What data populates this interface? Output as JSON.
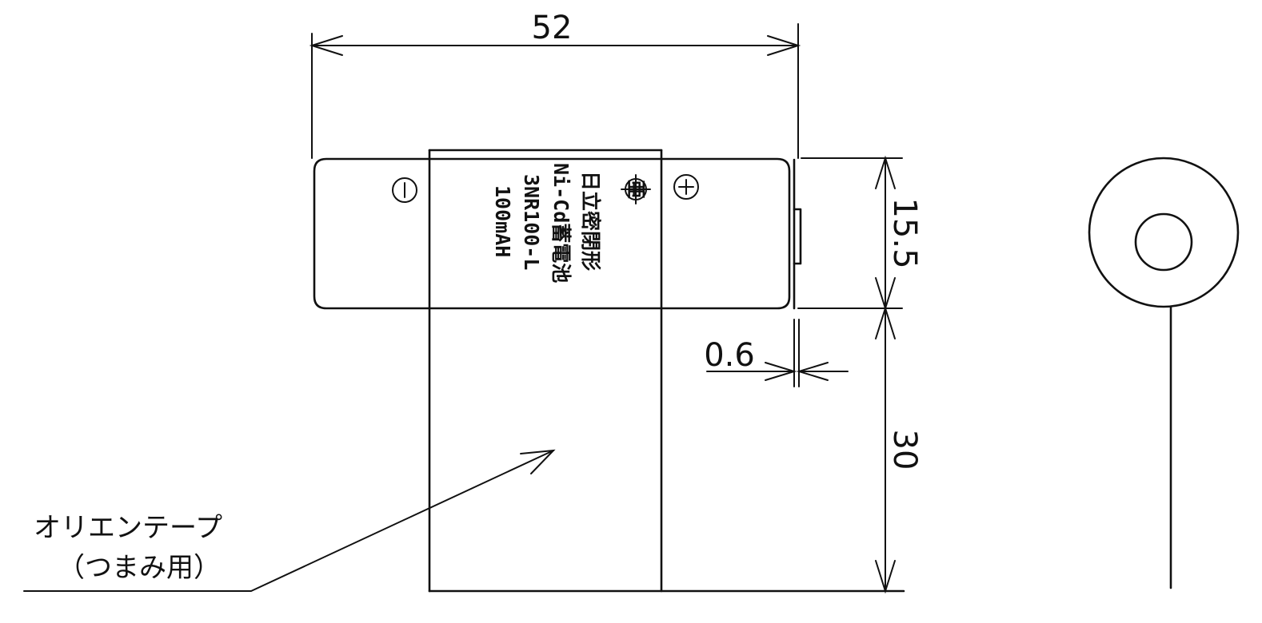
{
  "dimensions": {
    "length": "52",
    "height": "15.5",
    "tape_length": "30",
    "thickness": "0.6"
  },
  "battery_label": {
    "line1": "日立密閉形",
    "line2": "Ni-Cd蓄電池",
    "line3": "3NR100-L",
    "line4": "100mAH"
  },
  "terminals": {
    "negative": "−",
    "positive": "+",
    "mark": "亜"
  },
  "callout": {
    "line1": "オリエンテープ",
    "line2": "（つまみ用）"
  }
}
